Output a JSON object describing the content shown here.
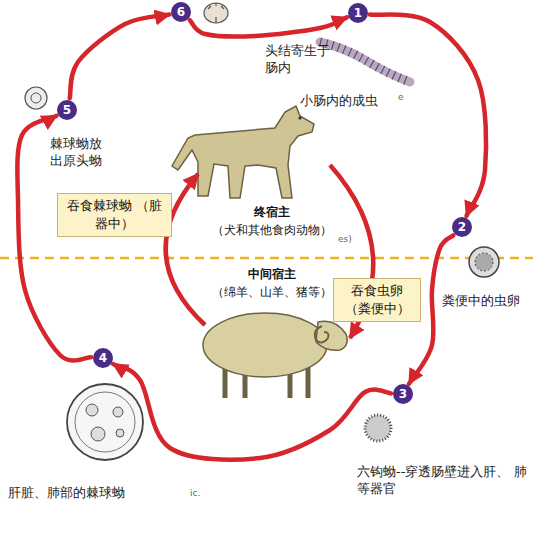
{
  "diagram": {
    "nodes": [
      {
        "text": [
          "6"
        ]
      },
      {
        "text": [
          "1"
        ]
      },
      {
        "text": [
          "5"
        ]
      },
      {
        "text": [
          "吞食棘球蚴 （脏器中）"
        ]
      },
      {
        "text": [
          "2"
        ]
      },
      {
        "text": [
          "吞食虫卵 （粪便中）"
        ]
      },
      {
        "text": [
          "4"
        ]
      },
      {
        "text": [
          "3"
        ]
      }
    ],
    "edges": [
      {
        "from": 1,
        "to": 4,
        "arrow": "to"
      },
      {
        "from": 4,
        "to": 7,
        "arrow": "to"
      },
      {
        "from": 7,
        "to": 6,
        "arrow": "to"
      },
      {
        "from": 6,
        "to": 2,
        "arrow": "to"
      },
      {
        "from": 2,
        "to": 0,
        "arrow": "to"
      },
      {
        "from": 0,
        "to": 1,
        "arrow": "to"
      }
    ],
    "labels": [
      "头结寄生于 肠内",
      "小肠内的成虫",
      "e",
      "棘球蚴放 出原头蚴",
      "终宿主",
      "（犬和其他食肉动物）",
      "es)",
      "中间宿主",
      "（绵羊、山羊、猪等）",
      "粪便中的虫卵",
      "六钩蚴--穿透肠壁进入肝、 肺等器官",
      "ic.",
      "肝脏、肺部的棘球蚴"
    ]
  }
}
